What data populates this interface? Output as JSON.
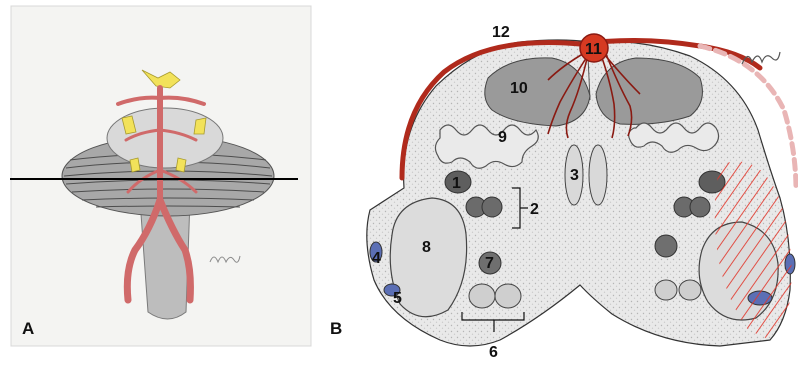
{
  "panels": [
    {
      "label": "A",
      "signature": "Pabst"
    },
    {
      "label": "B",
      "signature": "Pabst"
    }
  ],
  "structure_labels": [
    "1",
    "2",
    "3",
    "4",
    "5",
    "6",
    "7",
    "8",
    "9",
    "10",
    "11",
    "12"
  ],
  "colors": {
    "artery": "#b02a1c",
    "artery_light": "#d06a6a",
    "artery_node": "#d63a22",
    "nerve_yellow": "#f2e25a",
    "gray_tissue": "#8a8a8a",
    "blue_nuclei": "#5b6fb5",
    "hatch": "#e2362a"
  }
}
